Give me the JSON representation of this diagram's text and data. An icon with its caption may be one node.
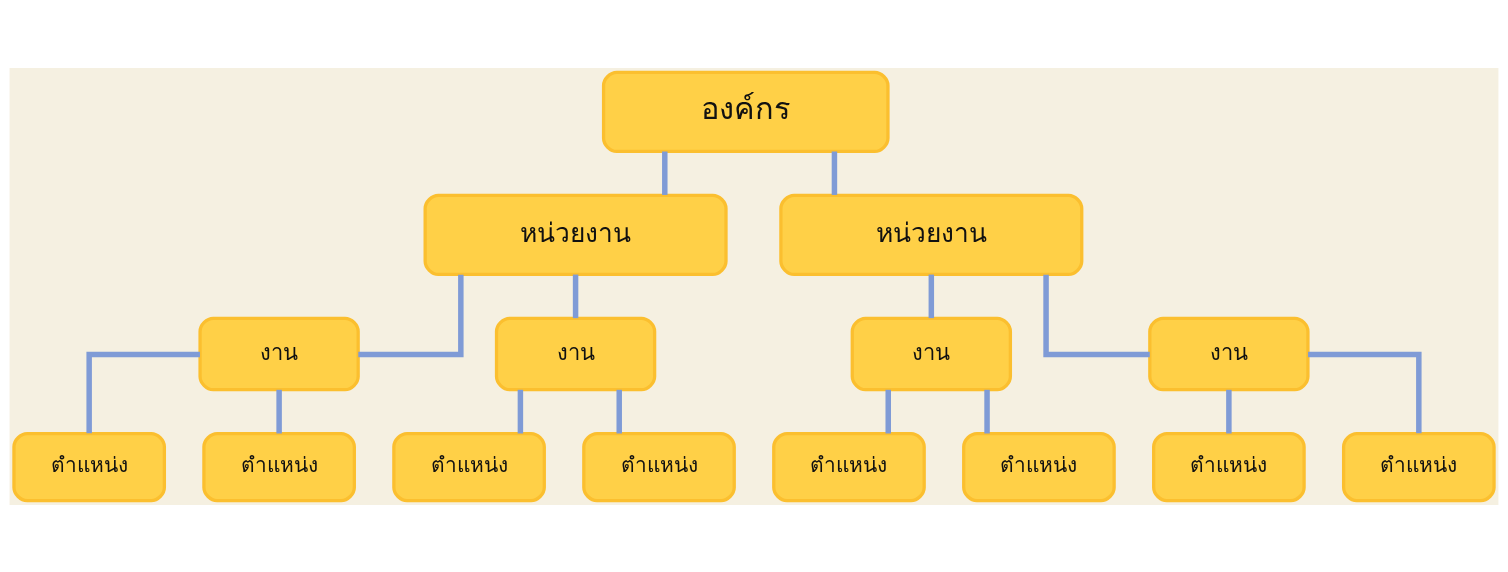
{
  "diagram": {
    "nodes": [
      {
        "text": [
          "องค์กร"
        ]
      },
      {
        "text": [
          "หน่วยงาน"
        ]
      },
      {
        "text": [
          "หน่วยงาน"
        ]
      },
      {
        "text": [
          "งาน"
        ]
      },
      {
        "text": [
          "งาน"
        ]
      },
      {
        "text": [
          "งาน"
        ]
      },
      {
        "text": [
          "งาน"
        ]
      },
      {
        "text": [
          "ตำแหน่ง"
        ]
      },
      {
        "text": [
          "ตำแหน่ง"
        ]
      },
      {
        "text": [
          "ตำแหน่ง"
        ]
      },
      {
        "text": [
          "ตำแหน่ง"
        ]
      },
      {
        "text": [
          "ตำแหน่ง"
        ]
      },
      {
        "text": [
          "ตำแหน่ง"
        ]
      },
      {
        "text": [
          "ตำแหน่ง"
        ]
      },
      {
        "text": [
          "ตำแหน่ง"
        ]
      }
    ],
    "edges": [
      {
        "from": 0,
        "to": 1,
        "arrow": "none"
      },
      {
        "from": 0,
        "to": 2,
        "arrow": "none"
      },
      {
        "from": 1,
        "to": 3,
        "arrow": "none"
      },
      {
        "from": 1,
        "to": 4,
        "arrow": "none"
      },
      {
        "from": 2,
        "to": 5,
        "arrow": "none"
      },
      {
        "from": 2,
        "to": 6,
        "arrow": "none"
      },
      {
        "from": 3,
        "to": 7,
        "arrow": "none"
      },
      {
        "from": 3,
        "to": 8,
        "arrow": "none"
      },
      {
        "from": 4,
        "to": 9,
        "arrow": "none"
      },
      {
        "from": 4,
        "to": 10,
        "arrow": "none"
      },
      {
        "from": 5,
        "to": 11,
        "arrow": "none"
      },
      {
        "from": 5,
        "to": 12,
        "arrow": "none"
      },
      {
        "from": 6,
        "to": 13,
        "arrow": "none"
      },
      {
        "from": 6,
        "to": 14,
        "arrow": "none"
      }
    ]
  }
}
